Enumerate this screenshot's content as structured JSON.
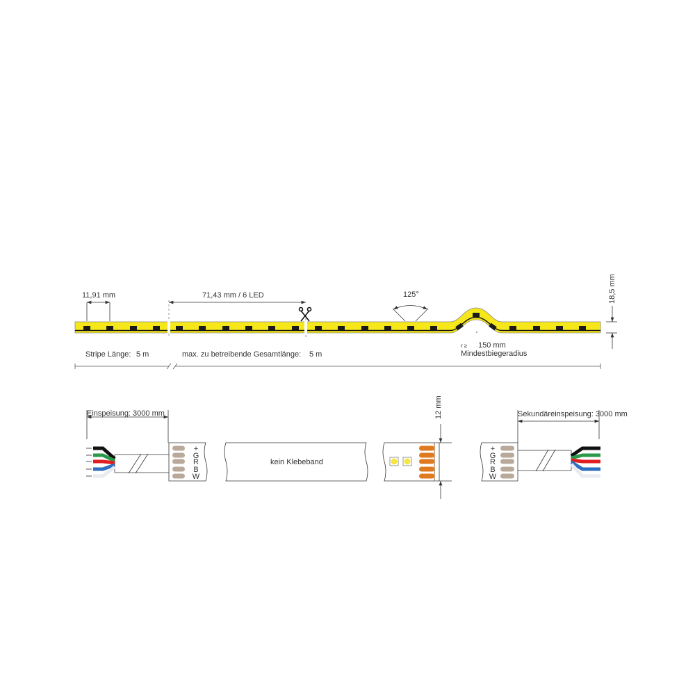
{
  "colors": {
    "strip_yellow": "#f6e71b",
    "led": "#1a1a1a",
    "pad_grey": "#b9a99a",
    "pad_orange": "#e07a20",
    "wire_black": "#111111",
    "wire_green": "#2a9a48",
    "wire_red": "#e02020",
    "wire_blue": "#2d6fc0",
    "wire_white": "#e8ecf0",
    "led_yellow": "#f7e640"
  },
  "top": {
    "led_pitch": "11,91 mm",
    "segment": "71,43 mm / 6 LED",
    "angle": "125°",
    "height": "18,5 mm",
    "stripe_length_label": "Stripe Länge:",
    "stripe_length_value": "5 m",
    "max_length_label": "max. zu betreibende Gesamtlänge:",
    "max_length_value": "5 m",
    "radius_symbol": "r ≥",
    "radius_value": "150 mm",
    "radius_label": "Mindestbiegeradius"
  },
  "bottom": {
    "feed_label": "Einspeisung: 3000 mm",
    "pins": [
      "+",
      "G",
      "R",
      "B",
      "W"
    ],
    "no_adhesive": "kein Klebeband",
    "width": "12 mm",
    "secondary_feed_label": "Sekundäreinspeisung: 3000 mm"
  }
}
